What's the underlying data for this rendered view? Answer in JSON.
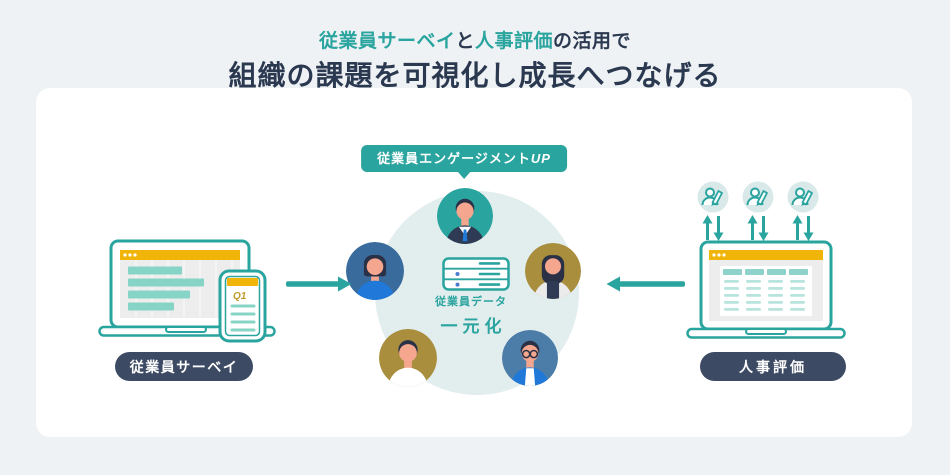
{
  "header": {
    "line1": {
      "survey": "従業員サーベイ",
      "connector": "と",
      "hr": "人事評価",
      "suffix": "の活用で"
    },
    "line2": "組織の課題を可視化し成長へつなげる"
  },
  "badge": {
    "text": "従業員エンゲージメント",
    "emphasis": "UP"
  },
  "center": {
    "caption_line1": "従業員データ",
    "caption_line2": "一元化"
  },
  "left_panel": {
    "label": "従業員サーベイ",
    "phone_tag": "Q1"
  },
  "right_panel": {
    "label": "人事評価"
  },
  "colors": {
    "teal": "#2aa49e",
    "teal-light": "#86d4c5",
    "teal-pale": "#b7e4dc",
    "table-header": "#8ed2cb",
    "navy": "#2b3950",
    "pill": "#3d4a63",
    "yellow": "#f1b408",
    "gold-text": "#c09a2a",
    "screen-gray": "#ededee",
    "circle-pale": "#e2edee",
    "icon-pale": "#d9e9e9",
    "gold": "#a98e3e",
    "blue-bg": "#3a6b9d",
    "blue-bright": "#2079d9",
    "steel": "#4c7ca8",
    "skin": "#f4a78e",
    "hair": "#2a3147",
    "suit": "#2f3b55",
    "dot-blue": "#4a7bd0",
    "bg": "#eff2f5",
    "card": "#ffffff"
  }
}
